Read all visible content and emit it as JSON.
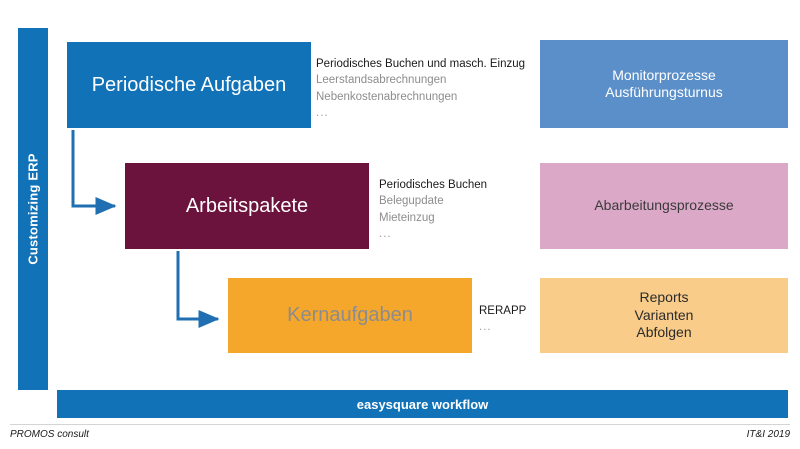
{
  "side_band": {
    "label": "Customizing ERP",
    "color": "#1272B8"
  },
  "rows": [
    {
      "box_label": "Periodische Aufgaben",
      "box_color": "#1272B8",
      "annotation": {
        "main": "Periodisches Buchen und masch. Einzug",
        "sub": [
          "Leerstandsabrechnungen",
          "Nebenkostenabrechnungen"
        ],
        "dots": "..."
      },
      "result_lines": [
        "Monitorprozesse",
        "Ausführungsturnus"
      ],
      "result_color": "#5B8FC9"
    },
    {
      "box_label": "Arbeitspakete",
      "box_color": "#6B133C",
      "annotation": {
        "main": "Periodisches Buchen",
        "sub": [
          "Belegupdate",
          "Mieteinzug"
        ],
        "dots": "..."
      },
      "result_lines": [
        "Abarbeitungsprozesse"
      ],
      "result_color": "#DCA8C8"
    },
    {
      "box_label": "Kernaufgaben",
      "box_color": "#F5A72C",
      "annotation": {
        "main": "RERAPP",
        "sub": [],
        "dots": "..."
      },
      "result_lines": [
        "Reports",
        "Varianten",
        "Abfolgen"
      ],
      "result_color": "#F9CC8A"
    }
  ],
  "bottom_band": {
    "label": "easysquare workflow",
    "color": "#1272B8"
  },
  "footer": {
    "left": "PROMOS consult",
    "right": "IT&I 2019"
  },
  "connectors": {
    "color": "#1F6FB2"
  }
}
